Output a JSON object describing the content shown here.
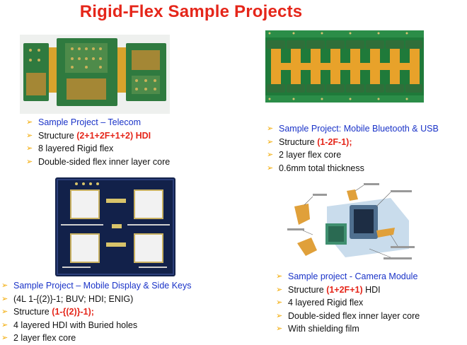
{
  "title": "Rigid-Flex Sample Projects",
  "bullet_icon": "arrow-bullet-icon",
  "colors": {
    "title": "#e5261a",
    "project_name": "#1a33c8",
    "highlight": "#e5261a",
    "bullet": "#f2a900"
  },
  "telecom": {
    "project": "Sample Project – Telecom",
    "structure_prefix": "Structure ",
    "structure_value": "(2+1+2F+1+2) HDI",
    "line3": "8 layered Rigid flex",
    "line4": "Double-sided flex inner layer core"
  },
  "bluetooth": {
    "project": "Sample Project: Mobile Bluetooth & USB",
    "structure_prefix": "Structure ",
    "structure_value": "(1-2F-1);",
    "line3": "2 layer flex core",
    "line4": "0.6mm total thickness"
  },
  "display": {
    "project": "Sample Project – Mobile Display & Side Keys",
    "line2": "(4L 1-{(2)}-1; BUV; HDI; ENIG)",
    "structure_prefix": "Structure ",
    "structure_value": "(1-{(2)}-1);",
    "line4": "4 layered HDI with Buried holes",
    "line5": "2 layer flex core"
  },
  "camera": {
    "project": "Sample project - Camera Module",
    "structure_prefix": "Structure ",
    "structure_value": "(1+2F+1)",
    "structure_suffix": " HDI",
    "line3": "4 layered Rigid flex",
    "line4": "Double-sided flex inner layer core",
    "line5": "With shielding film"
  }
}
